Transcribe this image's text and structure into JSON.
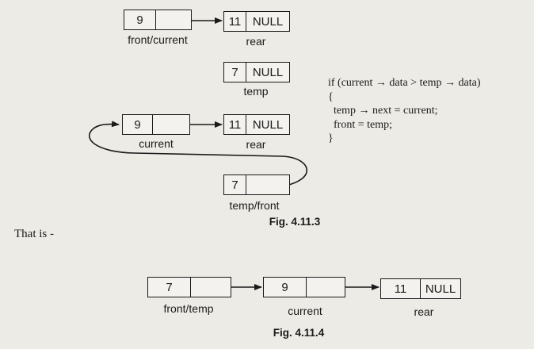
{
  "fig3": {
    "nodes": {
      "n9a": {
        "data": "9",
        "next": ""
      },
      "n11a": {
        "data": "11",
        "next": "NULL"
      },
      "n7a": {
        "data": "7",
        "next": "NULL"
      },
      "n9b": {
        "data": "9",
        "next": ""
      },
      "n11b": {
        "data": "11",
        "next": "NULL"
      },
      "n7b": {
        "data": "7",
        "next": ""
      }
    },
    "labels": {
      "front_current": "front/current",
      "rear1": "rear",
      "temp": "temp",
      "current": "current",
      "rear2": "rear",
      "temp_front": "temp/front"
    },
    "caption": "Fig. 4.11.3",
    "code": [
      "if (current → data > temp → data)",
      "{",
      "  temp → next = current;",
      "  front = temp;",
      "}"
    ]
  },
  "intro": "That is -",
  "fig4": {
    "nodes": {
      "n7": {
        "data": "7",
        "next": ""
      },
      "n9": {
        "data": "9",
        "next": ""
      },
      "n11": {
        "data": "11",
        "next": "NULL"
      }
    },
    "labels": {
      "front_temp": "front/temp",
      "current": "current",
      "rear": "rear"
    },
    "caption": "Fig. 4.11.4"
  }
}
